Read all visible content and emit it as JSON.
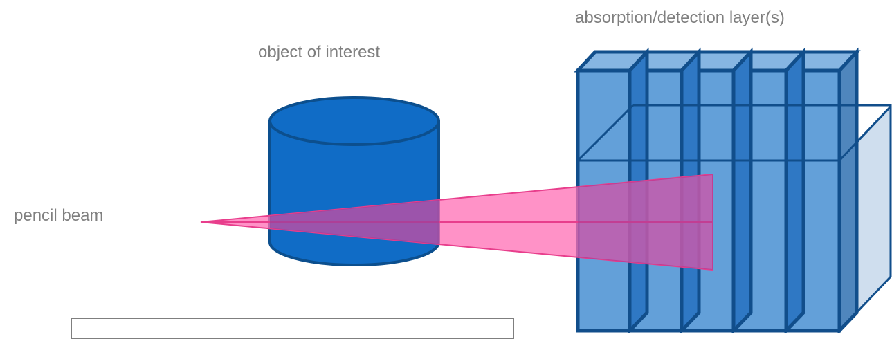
{
  "labels": {
    "detector": "absorption/detection layer(s)",
    "object": "object of interest",
    "beam": "pencil beam"
  },
  "colors": {
    "label_text": "#7f7f7f",
    "cylinder_fill": "#106cc6",
    "cylinder_stroke": "#0c4f8e",
    "layer_fill": "#5b9bd5",
    "layer_stroke": "#114e8b",
    "beam_fill": "#ff6eb4",
    "beam_stroke": "#e83e8c",
    "side_face": "#cfdeee"
  }
}
